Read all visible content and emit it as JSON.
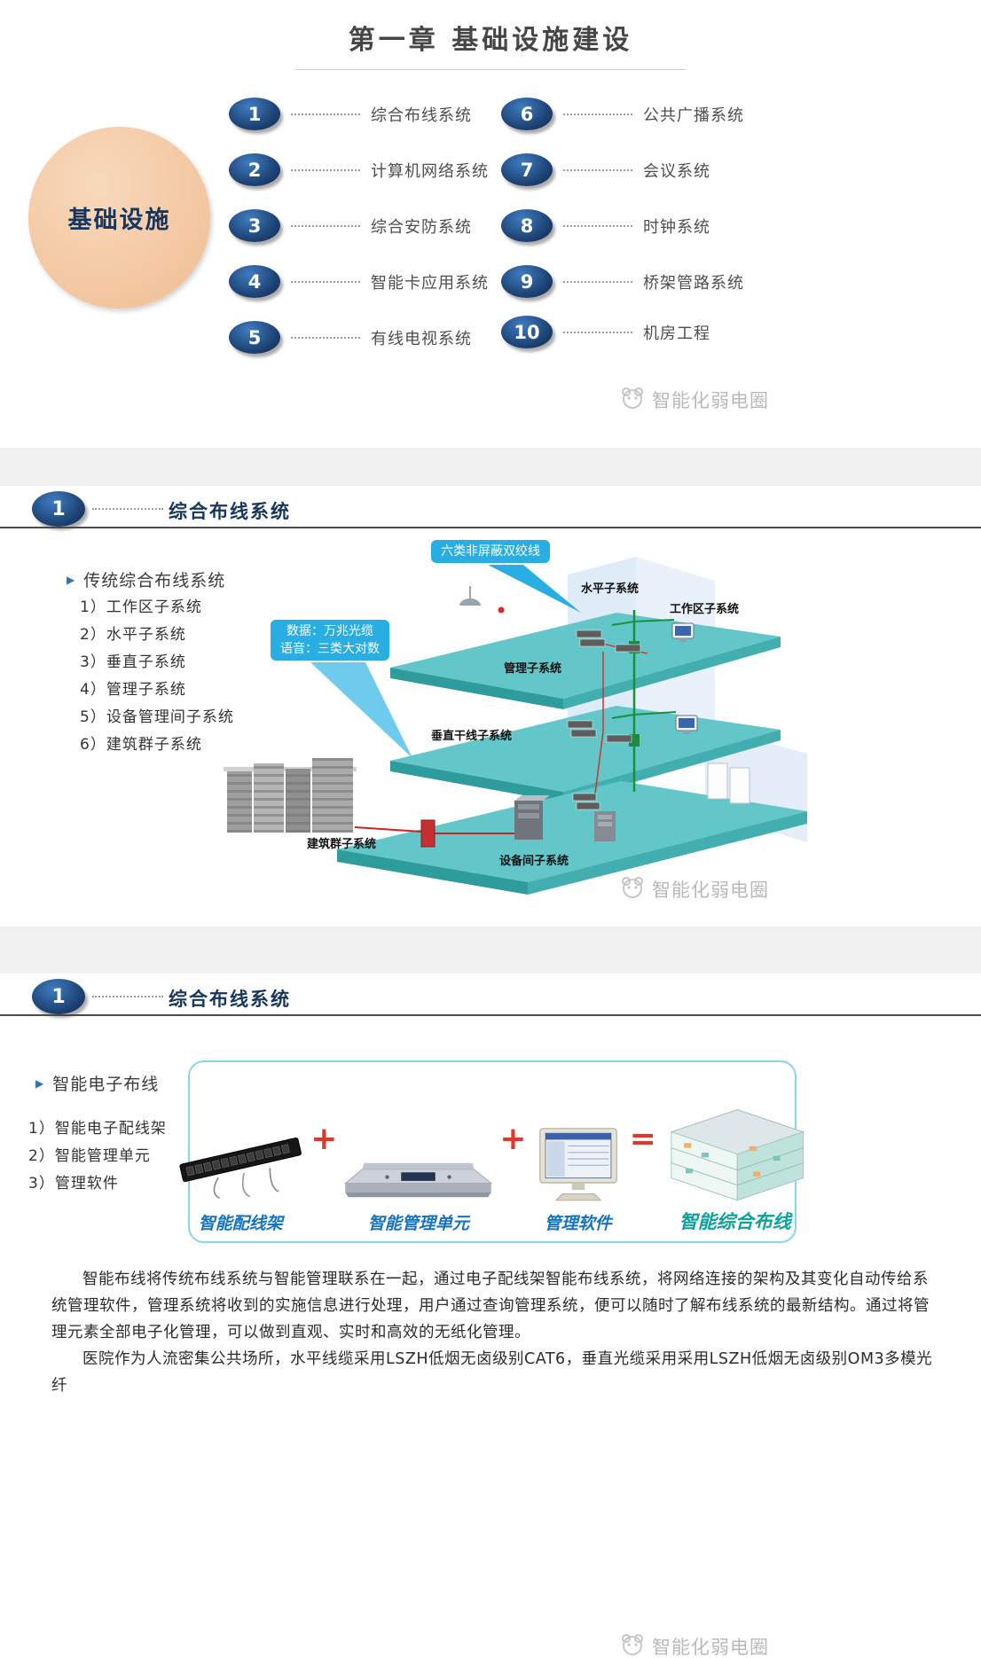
{
  "watermark": {
    "text": "智能化弱电圈"
  },
  "icons": {
    "triangle_bullet": "▶",
    "watermark_logo": "panda-face-logo"
  },
  "colors": {
    "badge_navy": "#1c4071",
    "circle_peach": "#f3c49e",
    "callout_cyan": "#29aee3",
    "floor_teal": "#63c6c8",
    "figure_label_blue": "#1673c0",
    "result_teal": "#0da19b",
    "operator_red": "#e2372b",
    "header_navy": "#17365d"
  },
  "slide1": {
    "title": "第一章 基础设施建设",
    "circle_label": "基础设施",
    "items_left": [
      {
        "num": "1",
        "label": "综合布线系统"
      },
      {
        "num": "2",
        "label": "计算机网络系统"
      },
      {
        "num": "3",
        "label": "综合安防系统"
      },
      {
        "num": "4",
        "label": "智能卡应用系统"
      },
      {
        "num": "5",
        "label": "有线电视系统"
      }
    ],
    "items_right": [
      {
        "num": "6",
        "label": "公共广播系统"
      },
      {
        "num": "7",
        "label": "会议系统"
      },
      {
        "num": "8",
        "label": "时钟系统"
      },
      {
        "num": "9",
        "label": "桥架管路系统"
      },
      {
        "num": "10",
        "label": "机房工程"
      }
    ]
  },
  "slide2": {
    "header_num": "1",
    "header_title": "综合布线系统",
    "section_title": "传统综合布线系统",
    "list": [
      "1）工作区子系统",
      "2）水平子系统",
      "3）垂直子系统",
      "4）管理子系统",
      "5）设备管理间子系统",
      "6）建筑群子系统"
    ],
    "diagram": {
      "callout_top": "六类非屏蔽双绞线",
      "callout_left_line1": "数据：万兆光缆",
      "callout_left_line2": "语音：三类大对数",
      "labels": {
        "horizontal": "水平子系统",
        "workarea": "工作区子系统",
        "management": "管理子系统",
        "vertical": "垂直干线子系统",
        "campus": "建筑群子系统",
        "equipment": "设备间子系统"
      }
    }
  },
  "slide3": {
    "header_num": "1",
    "header_title": "综合布线系统",
    "section_title": "智能电子布线",
    "list": [
      "1）智能电子配线架",
      "2）智能管理单元",
      "3）管理软件"
    ],
    "figure": {
      "panel_label": "智能配线架",
      "unit_label": "智能管理单元",
      "software_label": "管理软件",
      "result_label": "智能综合布线",
      "plus": "+",
      "equals": "="
    },
    "paragraphs": [
      "智能布线将传统布线系统与智能管理联系在一起，通过电子配线架智能布线系统，将网络连接的架构及其变化自动传给系统管理软件，管理系统将收到的实施信息进行处理，用户通过查询管理系统，便可以随时了解布线系统的最新结构。通过将管理元素全部电子化管理，可以做到直观、实时和高效的无纸化管理。",
      "医院作为人流密集公共场所，水平线缆采用LSZH低烟无卤级别CAT6，垂直光缆采用采用LSZH低烟无卤级别OM3多模光纤"
    ]
  }
}
